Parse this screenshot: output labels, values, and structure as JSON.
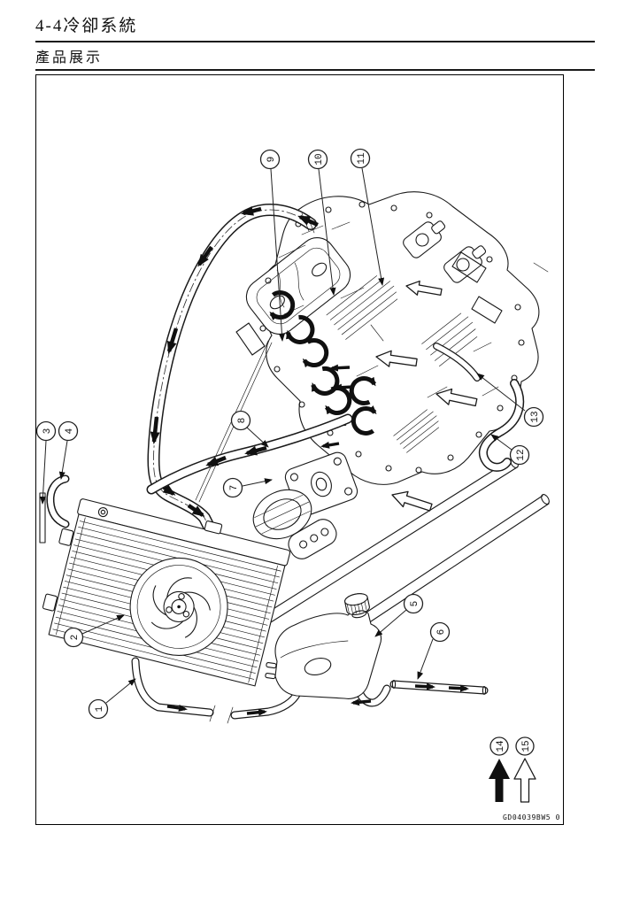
{
  "page": {
    "chapter_title": "4-4冷卻系統",
    "section_title": "產品展示"
  },
  "figure": {
    "drawing_code": "GD04039BW5 0",
    "colors": {
      "ink": "#1a1a1a",
      "paper": "#ffffff"
    },
    "callouts": [
      {
        "label": "1"
      },
      {
        "label": "2"
      },
      {
        "label": "3"
      },
      {
        "label": "4"
      },
      {
        "label": "5"
      },
      {
        "label": "6"
      },
      {
        "label": "7"
      },
      {
        "label": "8"
      },
      {
        "label": "9"
      },
      {
        "label": "10"
      },
      {
        "label": "11"
      },
      {
        "label": "12"
      },
      {
        "label": "13"
      }
    ],
    "legend": [
      {
        "label": "14",
        "icon": "filled-up-arrow"
      },
      {
        "label": "15",
        "icon": "outline-up-arrow"
      }
    ]
  }
}
